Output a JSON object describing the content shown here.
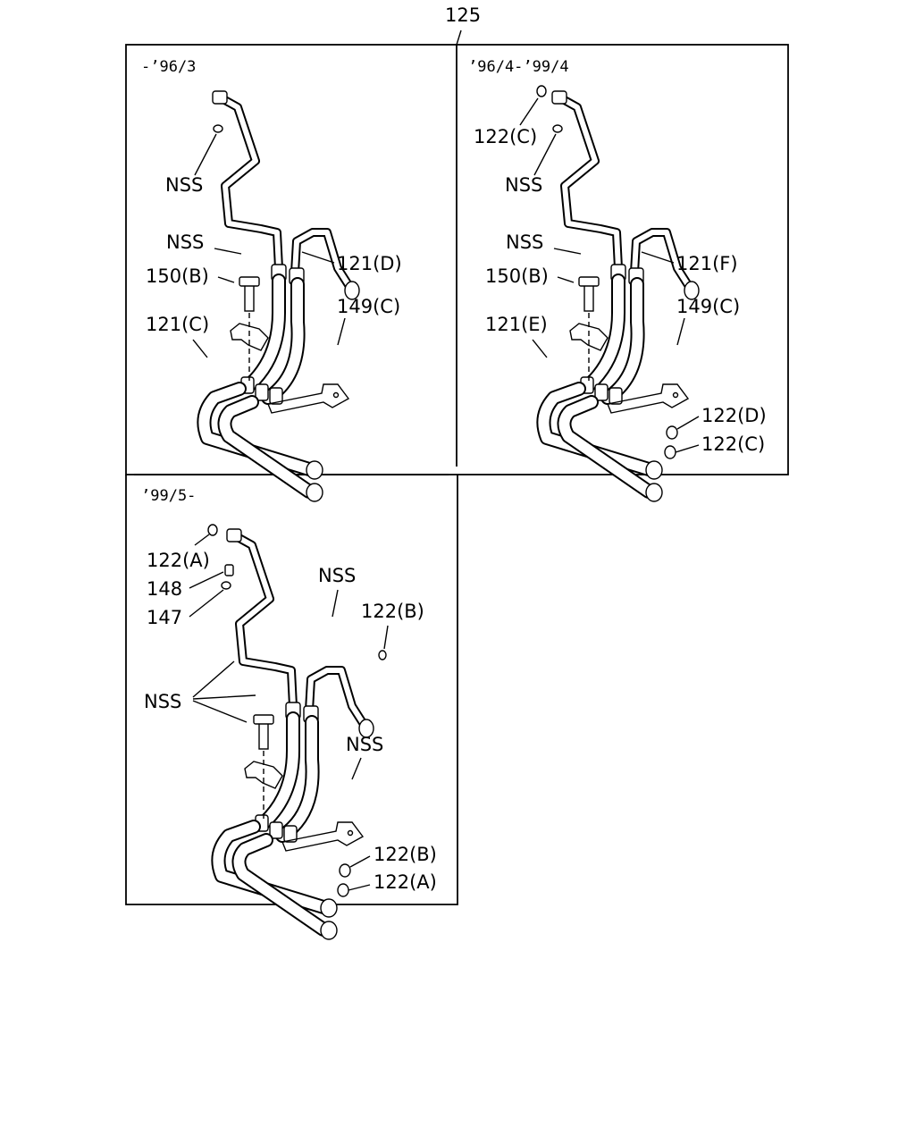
{
  "diagram": {
    "main_callout": "125",
    "panels": [
      {
        "period": "-’96/3",
        "labels": {
          "nss_nut": "NSS",
          "nss_bolt": "NSS",
          "clamp": "150(B)",
          "hose_d": "121(D)",
          "bracket": "149(C)",
          "hose_c": "121(C)"
        }
      },
      {
        "period": "’96/4-’99/4",
        "labels": {
          "oring_top": "122(C)",
          "nss_nut": "NSS",
          "nss_bolt": "NSS",
          "clamp": "150(B)",
          "hose_f": "121(F)",
          "bracket": "149(C)",
          "hose_e": "121(E)",
          "oring_d": "122(D)",
          "oring_c": "122(C)"
        }
      },
      {
        "period": "’99/5-",
        "labels": {
          "oring_a_top": "122(A)",
          "part_148": "148",
          "part_147": "147",
          "nss_pipe": "NSS",
          "oring_b_top": "122(B)",
          "nss_group": "NSS",
          "nss_bracket": "NSS",
          "oring_b": "122(B)",
          "oring_a": "122(A)"
        }
      }
    ]
  }
}
